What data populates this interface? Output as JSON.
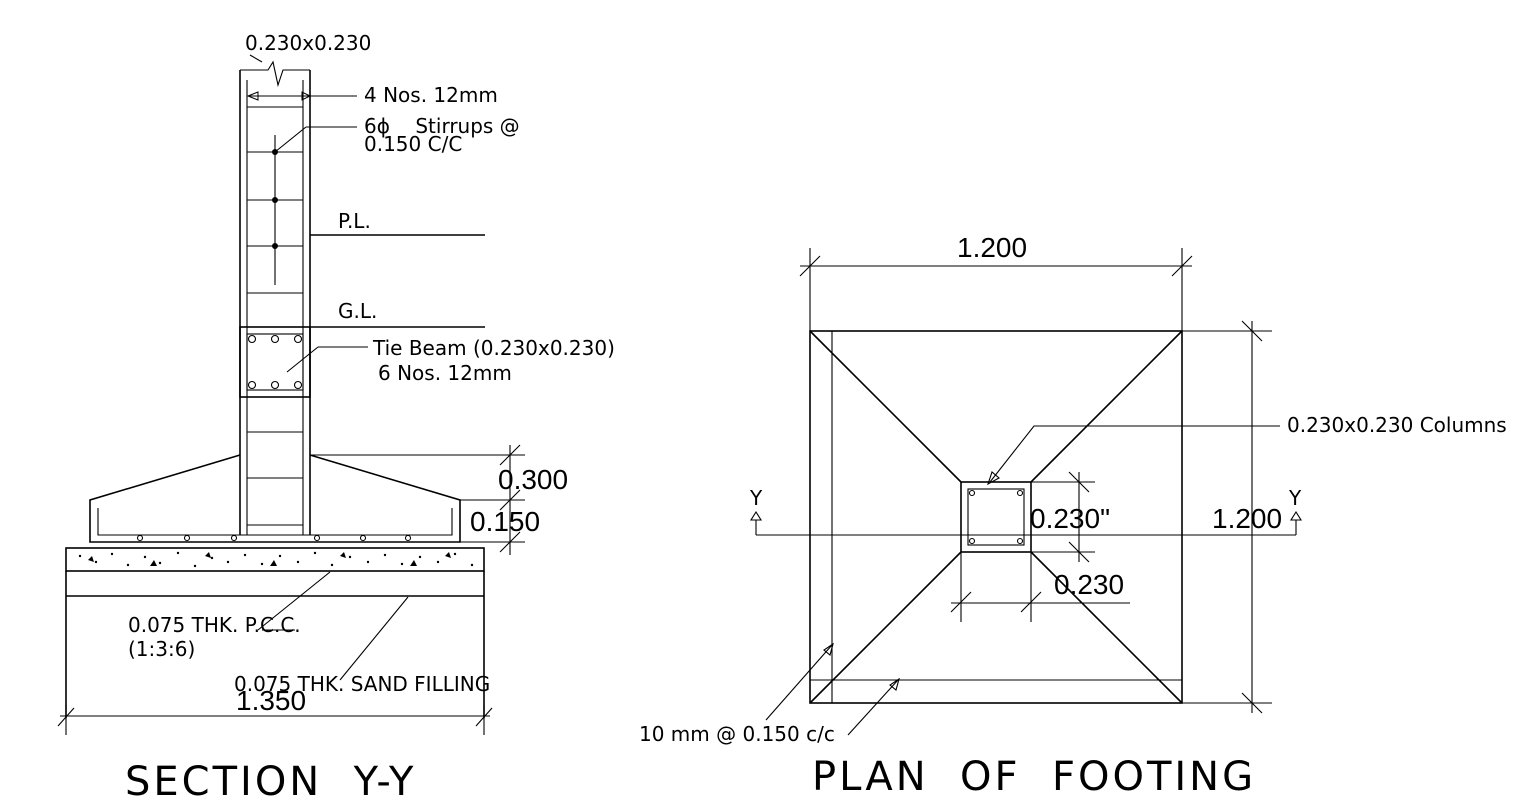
{
  "section": {
    "column_size": "0.230x0.230",
    "main_bars": "4 Nos. 12mm",
    "stirrups_line1": "6ϕ    Stirrups @",
    "stirrups_line2": "0.150 C/C",
    "plinth_level": "P.L.",
    "ground_level": "G.L.",
    "tie_beam_line1": "Tie Beam (0.230x0.230)",
    "tie_beam_line2": "6 Nos. 12mm",
    "dim_depth_total": "0.300",
    "dim_depth_edge": "0.150",
    "pcc_line1": "0.075 THK. P.C.C.",
    "pcc_line2": "(1:3:6)",
    "sand_filling": "0.075 THK. SAND FILLING",
    "dim_width": "1.350",
    "title": "SECTION  Y-Y"
  },
  "plan": {
    "dim_width": "1.200",
    "dim_height": "1.200",
    "column_label": "0.230x0.230 Columns",
    "dim_column_v": "0.230\"",
    "dim_column_h": "0.230",
    "section_mark_left": "Y",
    "section_mark_right": "Y",
    "reinforcement": "10 mm @ 0.150 c/c",
    "title": "PLAN  OF  FOOTING"
  }
}
